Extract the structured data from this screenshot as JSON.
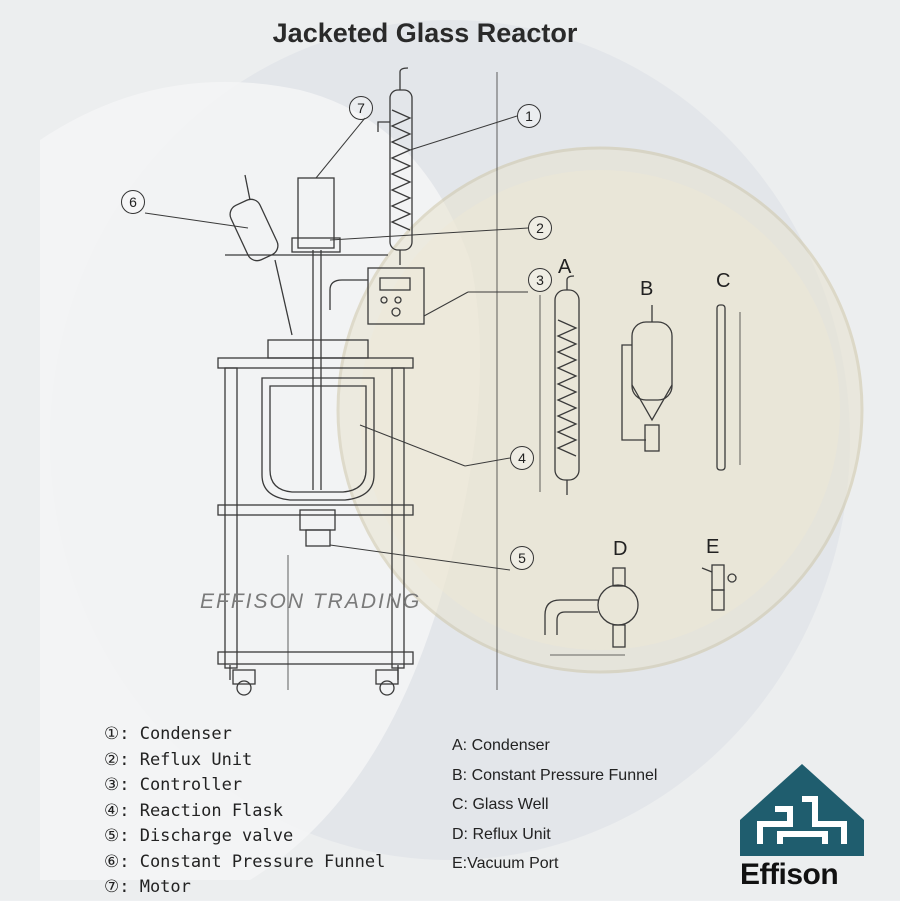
{
  "title": "Jacketed Glass Reactor",
  "callouts": {
    "n1": "1",
    "n2": "2",
    "n3": "3",
    "n4": "4",
    "n5": "5",
    "n6": "6",
    "n7": "7"
  },
  "part_letters": {
    "A": "A",
    "B": "B",
    "C": "C",
    "D": "D",
    "E": "E"
  },
  "watermark": "EFFISON TRADING",
  "legend_numbered": [
    "①: Condenser",
    "②: Reflux Unit",
    "③: Controller",
    "④: Reaction Flask",
    "⑤: Discharge valve",
    "⑥: Constant Pressure Funnel",
    "⑦: Motor"
  ],
  "legend_lettered": [
    "A: Condenser",
    "B: Constant Pressure Funnel",
    "C: Glass Well",
    "D: Reflux Unit",
    "E:Vacuum Port"
  ],
  "logo": {
    "text": "Effison",
    "color": "#1f5d6e",
    "text_color": "#111111"
  },
  "colors": {
    "line": "#3a3a3a",
    "background": "#eef0f2"
  }
}
